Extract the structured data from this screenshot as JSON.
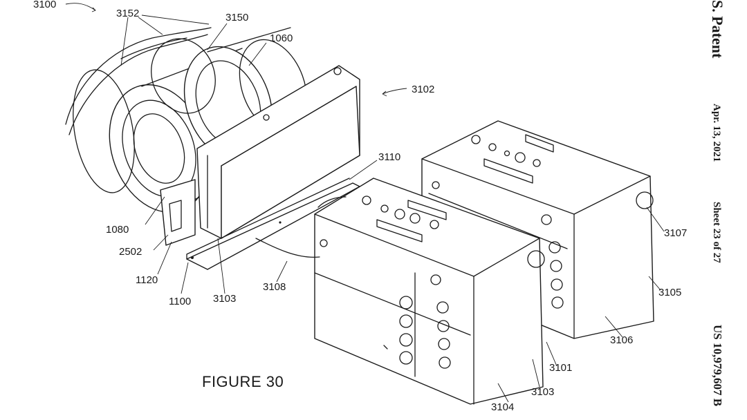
{
  "header": {
    "patent_label": "S. Patent",
    "date": "Apr. 13, 2021",
    "sheet": "Sheet 23 of 27",
    "number": "US 10,979,607 B"
  },
  "figure": {
    "caption": "FIGURE 30",
    "labels": {
      "l3100": "3100",
      "l3152": "3152",
      "l3150": "3150",
      "l1060": "1060",
      "l3102": "3102",
      "l3110": "3110",
      "l1080": "1080",
      "l2502": "2502",
      "l1120": "1120",
      "l1100": "1100",
      "l3103a": "3103",
      "l3108": "3108",
      "l3107": "3107",
      "l3105": "3105",
      "l3106": "3106",
      "l3101": "3101",
      "l3103b": "3103",
      "l3104": "3104"
    }
  }
}
